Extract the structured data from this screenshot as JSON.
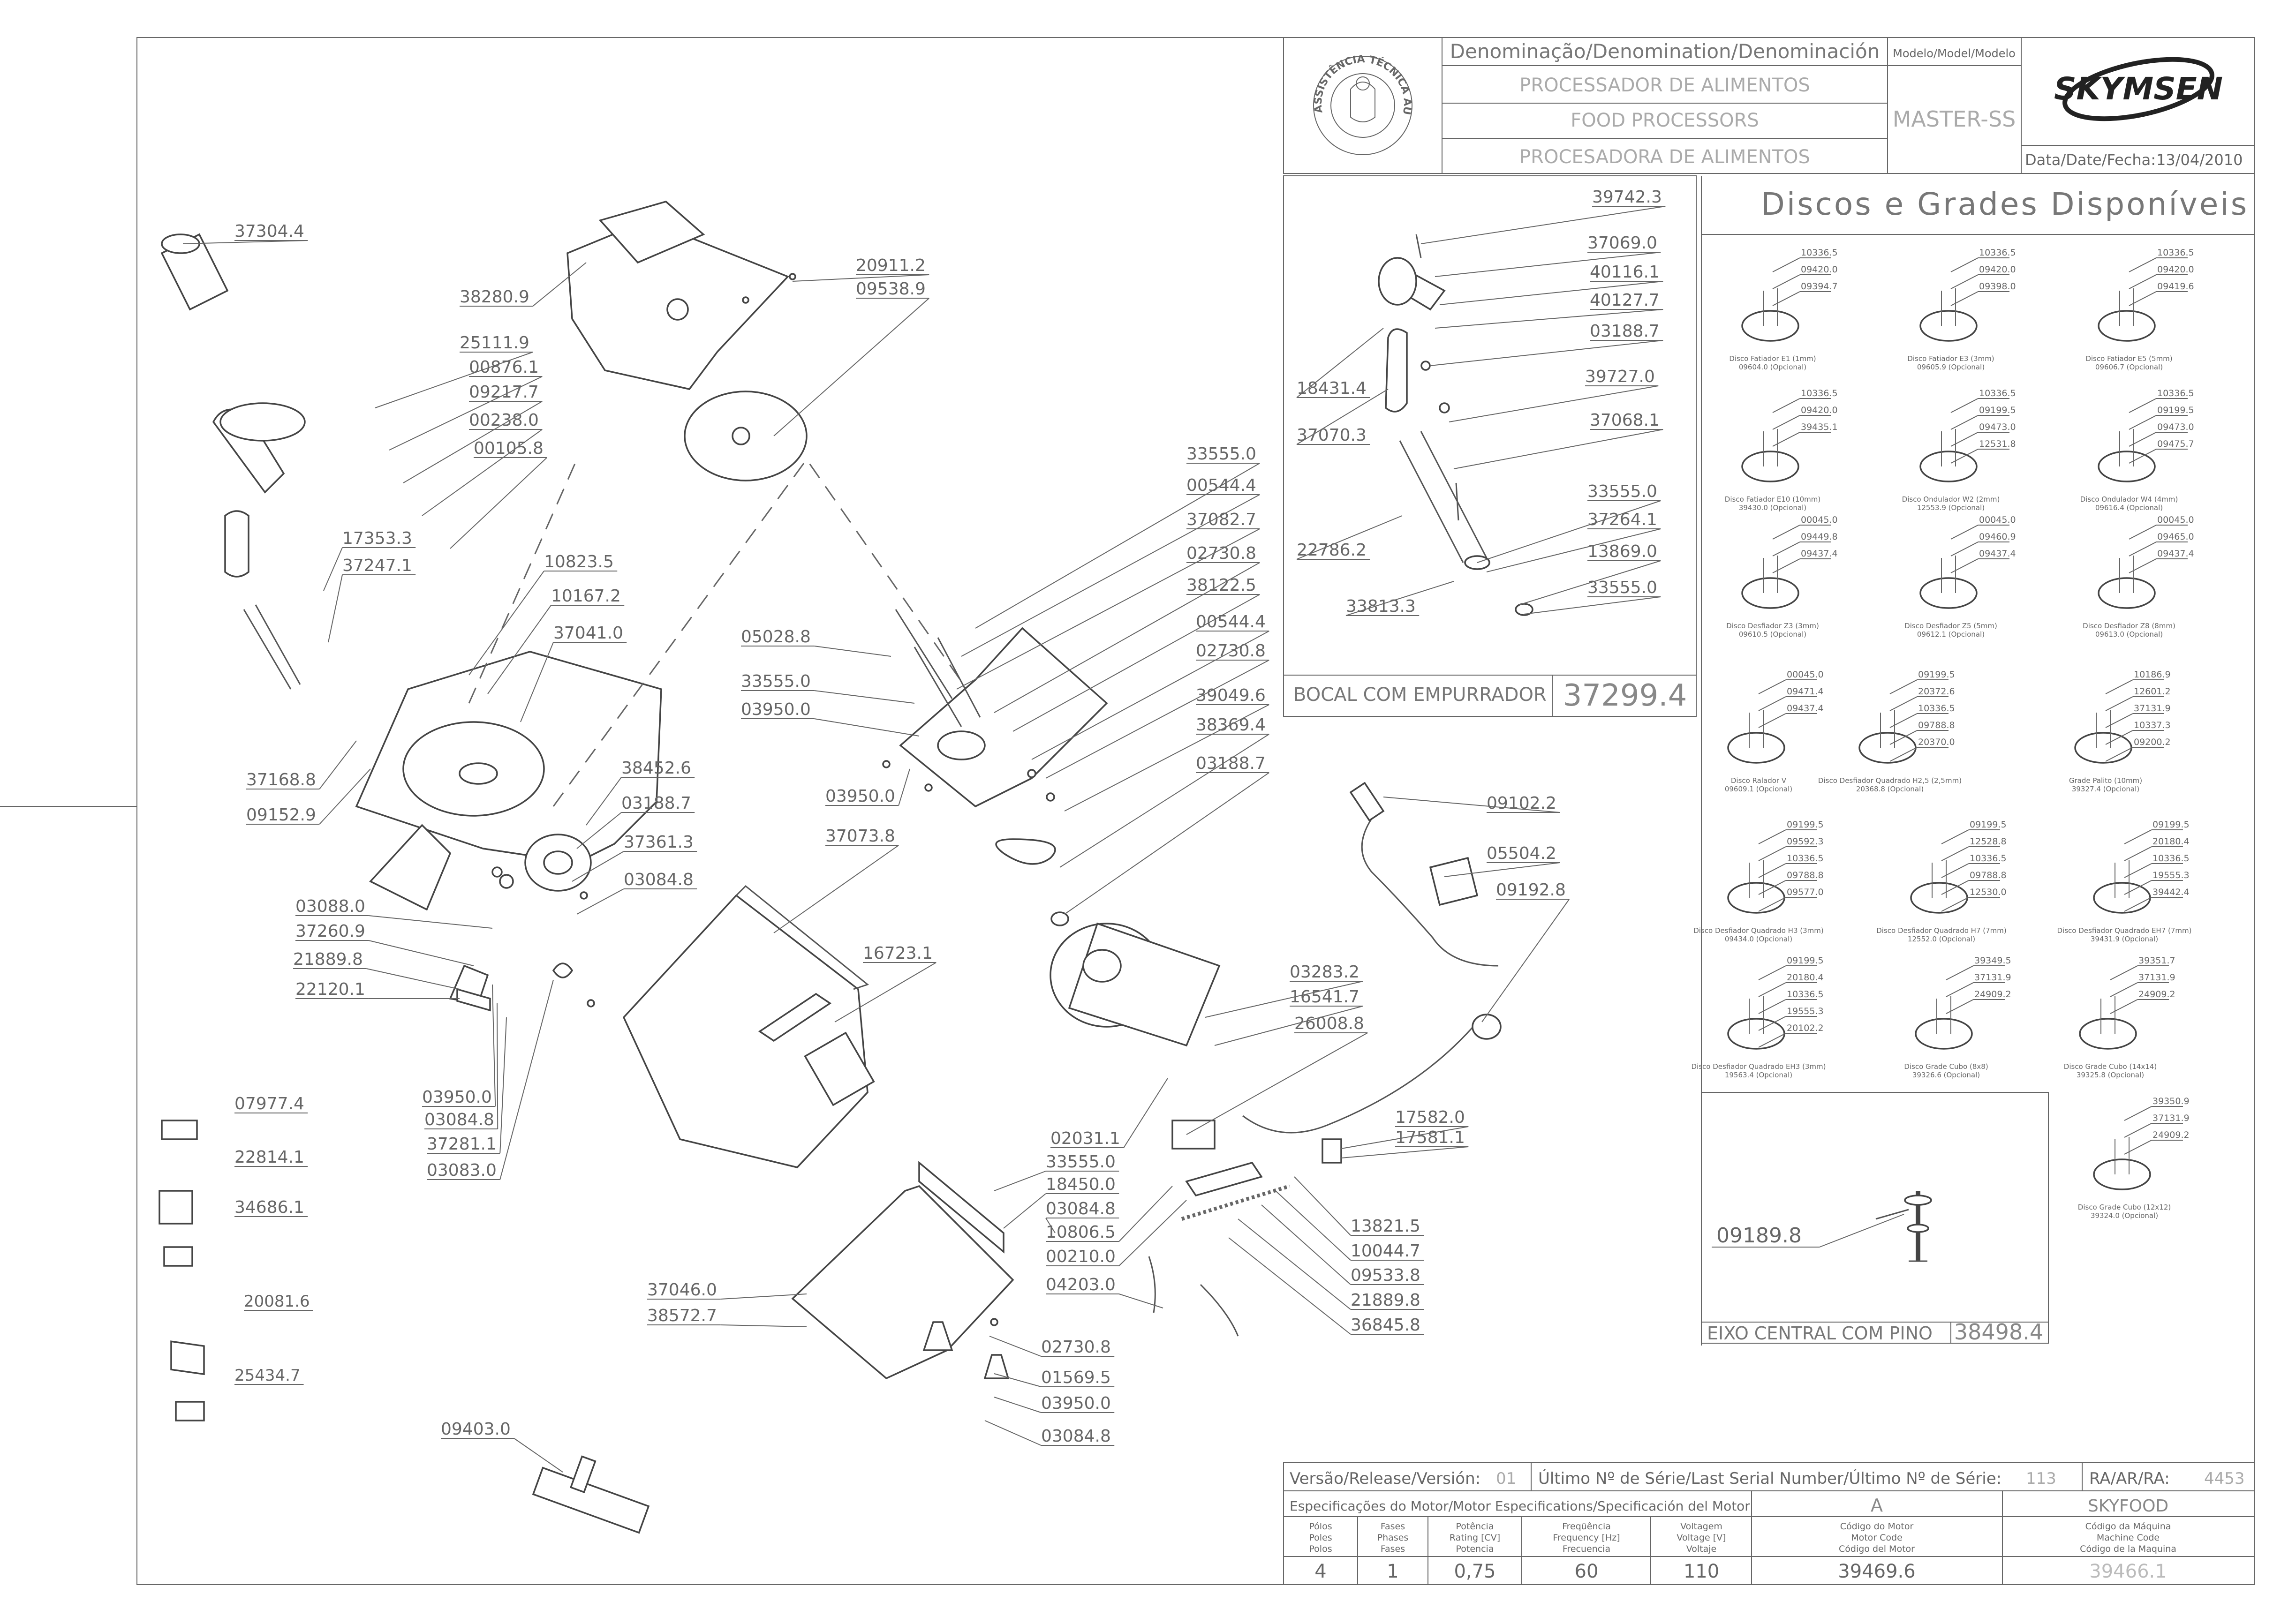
{
  "header": {
    "denomination_label": "Denominação/Denomination/Denominación",
    "model_label": "Modelo/Model/Modelo",
    "name_pt": "PROCESSADOR DE ALIMENTOS",
    "name_en": "FOOD PROCESSORS",
    "name_es": "PROCESADORA DE ALIMENTOS",
    "model": "MASTER-SS",
    "date_label": "Data/Date/Fecha:",
    "date": "13/04/2010",
    "brand": "SKYMSEN",
    "seal_text": "ASSISTÊNCIA TÉCNICA AUTORIZADA"
  },
  "main_callouts": [
    "37304.4",
    "38280.9",
    "20911.2",
    "09538.9",
    "25111.9",
    "00876.1",
    "09217.7",
    "00238.0",
    "00105.8",
    "17353.3",
    "37247.1",
    "10823.5",
    "10167.2",
    "37041.0",
    "37168.8",
    "09152.9",
    "38452.6",
    "03188.7",
    "37361.3",
    "03084.8",
    "03088.0",
    "37260.9",
    "21889.8",
    "22120.1",
    "03950.0",
    "03084.8",
    "37281.1",
    "03083.0",
    "07977.4",
    "22814.1",
    "34686.1",
    "20081.6",
    "25434.7",
    "09403.0",
    "33555.0",
    "00544.4",
    "37082.7",
    "02730.8",
    "38122.5",
    "00544.4",
    "02730.8",
    "05028.8",
    "33555.0",
    "03950.0",
    "39049.6",
    "38369.4",
    "03950.0",
    "03188.7",
    "37073.8",
    "16723.1",
    "09102.2",
    "05504.2",
    "09192.8",
    "03283.2",
    "16541.7",
    "26008.8",
    "17582.0",
    "17581.1",
    "02031.1",
    "33555.0",
    "18450.0",
    "03084.8",
    "10806.5",
    "00210.0",
    "04203.0",
    "13821.5",
    "10044.7",
    "09533.8",
    "21889.8",
    "36845.8",
    "37046.0",
    "38572.7",
    "02730.8",
    "01569.5",
    "03950.0",
    "03084.8"
  ],
  "bocal": {
    "callouts": [
      "39742.3",
      "37069.0",
      "40116.1",
      "40127.7",
      "03188.7",
      "18431.4",
      "39727.0",
      "37070.3",
      "37068.1",
      "33555.0",
      "37264.1",
      "22786.2",
      "13869.0",
      "33813.3",
      "33555.0"
    ],
    "title": "BOCAL COM EMPURRADOR",
    "code": "37299.4"
  },
  "discos": {
    "title": "Discos e Grades Disponíveis",
    "items": [
      {
        "parts": [
          "10336.5",
          "09420.0",
          "09394.7"
        ],
        "name": "Disco Fatiador E1 (1mm)",
        "code": "09604.0 (Opcional)"
      },
      {
        "parts": [
          "10336.5",
          "09420.0",
          "09398.0"
        ],
        "name": "Disco Fatiador E3 (3mm)",
        "code": "09605.9 (Opcional)"
      },
      {
        "parts": [
          "10336.5",
          "09420.0",
          "09419.6"
        ],
        "name": "Disco Fatiador E5 (5mm)",
        "code": "09606.7 (Opcional)"
      },
      {
        "parts": [
          "10336.5",
          "09420.0",
          "39435.1"
        ],
        "name": "Disco Fatiador E10 (10mm)",
        "code": "39430.0 (Opcional)"
      },
      {
        "parts": [
          "10336.5",
          "09199.5",
          "09473.0",
          "12531.8"
        ],
        "name": "Disco Ondulador W2 (2mm)",
        "code": "12553.9 (Opcional)"
      },
      {
        "parts": [
          "10336.5",
          "09199.5",
          "09473.0",
          "09475.7"
        ],
        "name": "Disco Ondulador W4 (4mm)",
        "code": "09616.4 (Opcional)"
      },
      {
        "parts": [
          "00045.0",
          "09449.8",
          "09437.4"
        ],
        "name": "Disco Desfiador Z3 (3mm)",
        "code": "09610.5 (Opcional)"
      },
      {
        "parts": [
          "00045.0",
          "09460.9",
          "09437.4"
        ],
        "name": "Disco Desfiador Z5 (5mm)",
        "code": "09612.1 (Opcional)"
      },
      {
        "parts": [
          "00045.0",
          "09465.0",
          "09437.4"
        ],
        "name": "Disco Desfiador Z8 (8mm)",
        "code": "09613.0 (Opcional)"
      },
      {
        "parts": [
          "00045.0",
          "09471.4",
          "09437.4"
        ],
        "name": "Disco Ralador V",
        "code": "09609.1 (Opcional)"
      },
      {
        "parts": [
          "09199.5",
          "20372.6",
          "10336.5",
          "09788.8",
          "20370.0"
        ],
        "name": "Disco Desfiador Quadrado H2,5 (2,5mm)",
        "code": "20368.8 (Opcional)"
      },
      {
        "parts": [
          "10186.9",
          "12601.2",
          "37131.9",
          "10337.3",
          "09200.2"
        ],
        "name": "Grade Palito (10mm)",
        "code": "39327.4 (Opcional)"
      },
      {
        "parts": [
          "09199.5",
          "09592.3",
          "10336.5",
          "09788.8",
          "09577.0"
        ],
        "name": "Disco Desfiador Quadrado H3 (3mm)",
        "code": "09434.0 (Opcional)"
      },
      {
        "parts": [
          "09199.5",
          "12528.8",
          "10336.5",
          "09788.8",
          "12530.0"
        ],
        "name": "Disco Desfiador Quadrado H7 (7mm)",
        "code": "12552.0 (Opcional)"
      },
      {
        "parts": [
          "09199.5",
          "20180.4",
          "10336.5",
          "19555.3",
          "39442.4"
        ],
        "name": "Disco Desfiador Quadrado EH7 (7mm)",
        "code": "39431.9 (Opcional)"
      },
      {
        "parts": [
          "09199.5",
          "20180.4",
          "10336.5",
          "19555.3",
          "20102.2"
        ],
        "name": "Disco Desfiador Quadrado EH3 (3mm)",
        "code": "19563.4 (Opcional)"
      },
      {
        "parts": [
          "39349.5",
          "37131.9",
          "24909.2"
        ],
        "name": "Disco Grade Cubo (8x8)",
        "code": "39326.6 (Opcional)"
      },
      {
        "parts": [
          "39351.7",
          "37131.9",
          "24909.2"
        ],
        "name": "Disco Grade Cubo (14x14)",
        "code": "39325.8 (Opcional)"
      },
      {
        "parts": [
          "39350.9",
          "37131.9",
          "24909.2"
        ],
        "name": "Disco Grade Cubo (12x12)",
        "code": "39324.0 (Opcional)"
      }
    ]
  },
  "eixo": {
    "callout": "09189.8",
    "title": "EIXO CENTRAL COM PINO",
    "code": "38498.4"
  },
  "footer": {
    "version_label": "Versão/Release/Versión:",
    "version": "01",
    "serial_label": "Último Nº de Série/Last Serial Number/Último Nº de Série:",
    "serial": "113",
    "ra_label": "RA/AR/RA:",
    "ra": "4453",
    "spec_label": "Especificações do Motor/Motor Especifications/Specificación del Motor",
    "spec_letter": "A",
    "brand_code": "SKYFOOD",
    "columns": [
      [
        "Pólos",
        "Poles",
        "Polos"
      ],
      [
        "Fases",
        "Phases",
        "Fases"
      ],
      [
        "Potência",
        "Rating [CV]",
        "Potencia"
      ],
      [
        "Freqüência",
        "Frequency [Hz]",
        "Frecuencia"
      ],
      [
        "Voltagem",
        "Voltage [V]",
        "Voltaje"
      ],
      [
        "Código do Motor",
        "Motor Code",
        "Código del Motor"
      ],
      [
        "Código da Máquina",
        "Machine Code",
        "Código de la Maquina"
      ]
    ],
    "values": [
      "4",
      "1",
      "0,75",
      "60",
      "110",
      "39469.6",
      "39466.1"
    ]
  }
}
